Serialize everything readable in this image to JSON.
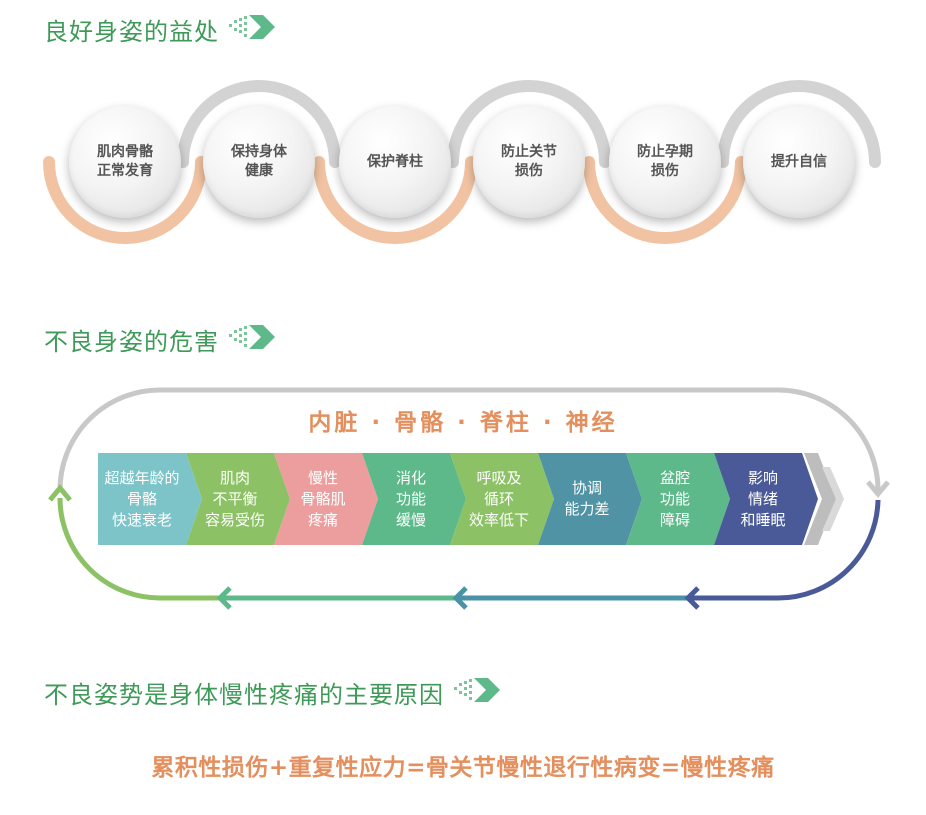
{
  "sections": {
    "benefits_title": "良好身姿的益处",
    "harms_title": "不良身姿的危害",
    "cause_title": "不良姿势是身体慢性疼痛的主要原因"
  },
  "benefits": [
    {
      "label": "肌肉骨骼\n正常发育"
    },
    {
      "label": "保持身体\n健康"
    },
    {
      "label": "保护脊柱"
    },
    {
      "label": "防止关节\n损伤"
    },
    {
      "label": "防止孕期\n损伤"
    },
    {
      "label": "提升自信"
    }
  ],
  "harms": {
    "title": "内脏 · 骨骼 · 脊柱 · 神经",
    "items": [
      {
        "label": "超越年龄的\n骨骼\n快速衰老",
        "color": "#7dc4c9"
      },
      {
        "label": "肌肉\n不平衡\n容易受伤",
        "color": "#8cc265"
      },
      {
        "label": "慢性\n骨骼肌\n疼痛",
        "color": "#ec9e9e"
      },
      {
        "label": "消化\n功能\n缓慢",
        "color": "#5db98a"
      },
      {
        "label": "呼吸及\n循环\n效率低下",
        "color": "#8cc265"
      },
      {
        "label": "协调\n能力差",
        "color": "#4f93a4"
      },
      {
        "label": "盆腔\n功能\n障碍",
        "color": "#5db98a"
      },
      {
        "label": "影响\n情绪\n和睡眠",
        "color": "#4a5a98"
      }
    ]
  },
  "formula": "累积性损伤+重复性应力=骨关节慢性退行性病变=慢性疼痛",
  "colors": {
    "heading": "#3f9a59",
    "accent_orange": "#e48f5e",
    "arc_peach": "#f1c3a2",
    "arc_gray": "#d3d3d3",
    "loop_gray": "#c8c8c8",
    "loop_navy": "#4a5a98",
    "loop_teal": "#4a93a6",
    "loop_green": "#5db98a",
    "loop_lightgreen": "#8cc265"
  }
}
